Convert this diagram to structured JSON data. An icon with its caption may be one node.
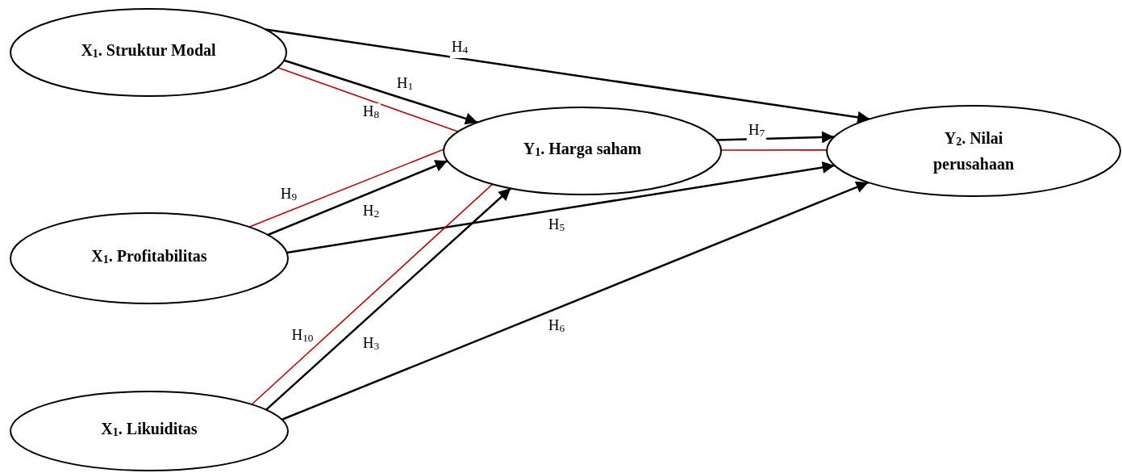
{
  "diagram": {
    "nodes": [
      {
        "text": [
          "X$_{1}$. Struktur Modal"
        ]
      },
      {
        "text": [
          "X$_{1}$. Profitabilitas"
        ]
      },
      {
        "text": [
          "X$_{1}$. Likuiditas"
        ]
      },
      {
        "text": [
          "Y$_{1}$. Harga saham"
        ]
      },
      {
        "text": [
          "Y$_{2}$. Nilai perusahaan"
        ]
      }
    ],
    "edges": [
      {
        "from": 0,
        "to": 3,
        "arrow": "to",
        "label": "H$_{1}$"
      },
      {
        "from": 1,
        "to": 3,
        "arrow": "to",
        "label": "H$_{2}$"
      },
      {
        "from": 2,
        "to": 3,
        "arrow": "to",
        "label": "H$_{3}$"
      },
      {
        "from": 0,
        "to": 4,
        "arrow": "to",
        "label": "H$_{4}$"
      },
      {
        "from": 1,
        "to": 4,
        "arrow": "to",
        "label": "H$_{5}$"
      },
      {
        "from": 2,
        "to": 4,
        "arrow": "to",
        "label": "H$_{6}$"
      },
      {
        "from": 3,
        "to": 4,
        "arrow": "to",
        "label": "H$_{7}$"
      },
      {
        "from": 0,
        "to": 3,
        "arrow": "none",
        "label": "H$_{8}$",
        "color": "#c00000"
      },
      {
        "from": 1,
        "to": 3,
        "arrow": "none",
        "label": "H$_{9}$",
        "color": "#c00000"
      },
      {
        "from": 2,
        "to": 3,
        "arrow": "none",
        "label": "H$_{10}$",
        "color": "#c00000"
      },
      {
        "from": 3,
        "to": 4,
        "arrow": "none",
        "color": "#c00000"
      }
    ]
  }
}
